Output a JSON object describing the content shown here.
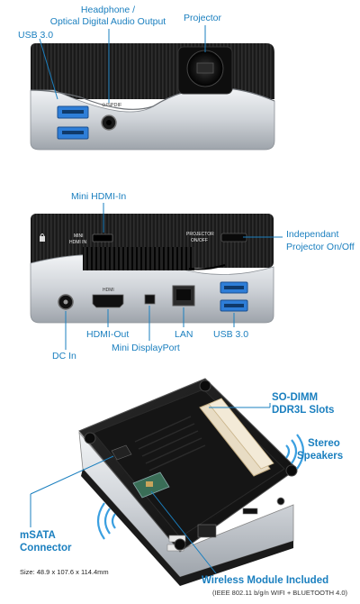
{
  "views": {
    "front": {
      "labels": {
        "usb": "USB 3.0",
        "headphone_line1": "Headphone /",
        "headphone_line2": "Optical Digital Audio Output",
        "projector": "Projector"
      },
      "device_text": {
        "spdif": "⊙/SPDIF"
      }
    },
    "rear": {
      "labels": {
        "mini_hdmi_in": "Mini HDMI-In",
        "projector_switch_line1": "Independant",
        "projector_switch_line2": "Projector On/Off",
        "dc_in": "DC In",
        "hdmi_out": "HDMI-Out",
        "lan": "LAN",
        "usb": "USB 3.0",
        "mini_displayport": "Mini DisplayPort"
      },
      "device_text": {
        "mini_hdmi_in_line1": "MINI",
        "mini_hdmi_in_line2": "HDMI IN",
        "projector_onoff_line1": "PROJECTOR",
        "projector_onoff_line2": "ON/OFF",
        "hdmi": "HDMI"
      }
    },
    "internal": {
      "labels": {
        "sodimm_line1": "SO-DIMM",
        "sodimm_line2": "DDR3L Slots",
        "stereo_line1": "Stereo",
        "stereo_line2": "Speakers",
        "msata_line1": "mSATA",
        "msata_line2": "Connector",
        "wireless": "Wireless Module Included",
        "wireless_sub": "(IEEE 802.11 b/g/n WIFI + BLUETOOTH 4.0)"
      },
      "size": "Size: 48.9 x 107.6 x 114.4mm"
    }
  },
  "colors": {
    "label": "#1a7fbf",
    "usb_port": "#2e7ed8",
    "body_dark": "#1c1c1c",
    "body_silver": "#cfd3d8",
    "wave": "#3a9fe0"
  }
}
